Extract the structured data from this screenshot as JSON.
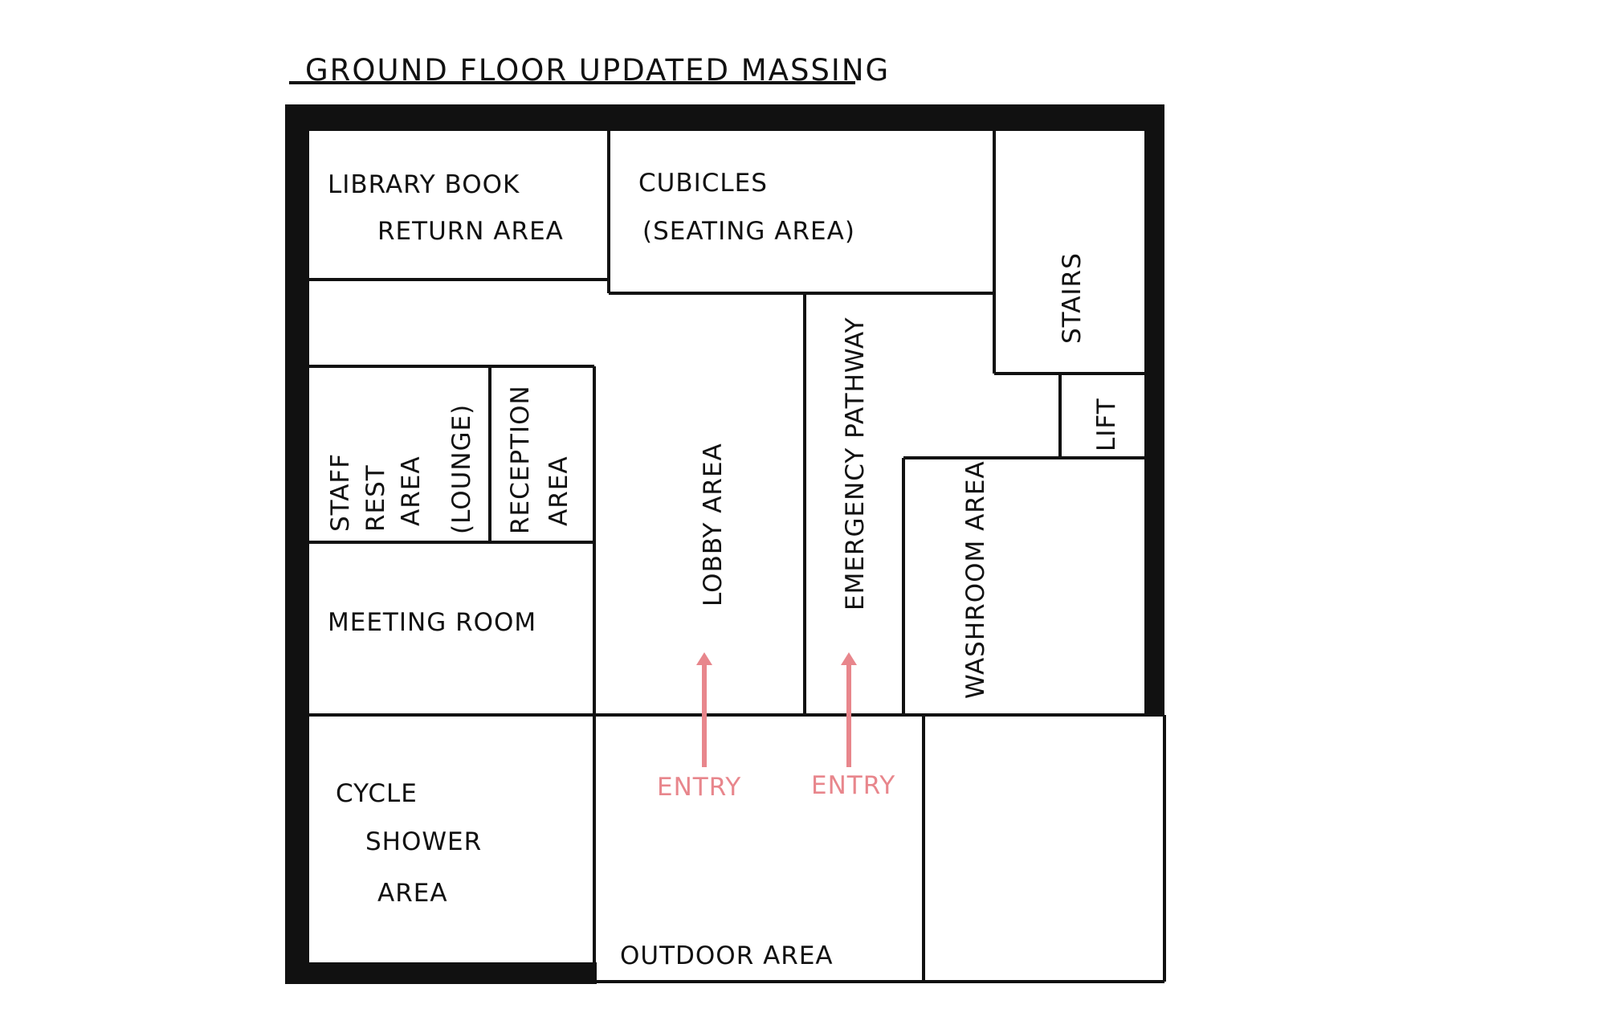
{
  "title": "GROUND FLOOR UPDATED MASSING",
  "colors": {
    "ink": "#111111",
    "entry": "#e8868c",
    "paper": "#ffffff"
  },
  "rooms": {
    "library": {
      "line1": "LIBRARY BOOK",
      "line2": "RETURN AREA"
    },
    "cubicles": {
      "line1": "CUBICLES",
      "line2": "(SEATING AREA)"
    },
    "stairs": "STAIRS",
    "lift": "LIFT",
    "staff": {
      "line1": "STAFF",
      "line2": "REST",
      "line3": "AREA",
      "line4": "(LOUNGE)"
    },
    "reception": {
      "line1": "RECEPTION",
      "line2": "AREA"
    },
    "lobby": "LOBBY AREA",
    "emergency": "EMERGENCY PATHWAY",
    "washroom": "WASHROOM AREA",
    "meeting": "MEETING ROOM",
    "cycle": {
      "line1": "CYCLE",
      "line2": "SHOWER",
      "line3": "AREA"
    },
    "outdoor": "OUTDOOR AREA"
  },
  "entries": {
    "left": "ENTRY",
    "right": "ENTRY"
  }
}
